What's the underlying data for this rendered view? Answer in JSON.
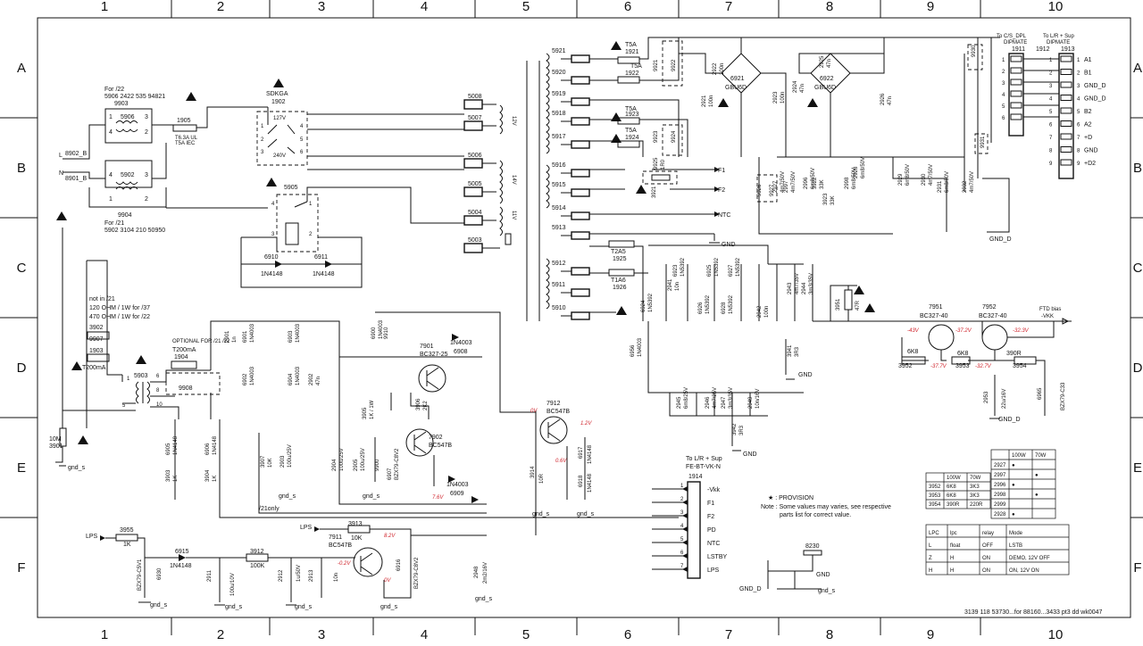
{
  "grid": {
    "cols": [
      "1",
      "2",
      "3",
      "4",
      "5",
      "6",
      "7",
      "8",
      "9",
      "10"
    ],
    "rows": [
      "A",
      "B",
      "C",
      "D",
      "E",
      "F"
    ]
  },
  "mains": {
    "l_in": "8902_B",
    "n_in": "8901_B",
    "l_mark": "L",
    "n_mark": "N",
    "for22": "For /22",
    "for22_part": "5906 2422 535 94821",
    "fuse_ref": "1905",
    "fuse_val1": "T6.3A UL",
    "fuse_val2": "T5A IEC",
    "filter_top_ref": "9903",
    "filter_top": "5906",
    "filter_bot": "5902",
    "filter_bot_ref": "9904",
    "for21": "For /21",
    "for21_part": "5902 3104 210 50950",
    "pins": [
      "1",
      "3",
      "4",
      "2",
      "4",
      "3",
      "1",
      "2"
    ]
  },
  "voltage_switch": {
    "name": "SDKGA",
    "ref": "1902",
    "v127": "127V",
    "v240": "240V",
    "pins": [
      "1",
      "2",
      "3",
      "4",
      "5",
      "6"
    ]
  },
  "relay": {
    "ref": "5905",
    "pins": [
      "4",
      "3",
      "1",
      "2"
    ]
  },
  "relay_diodes": {
    "d1_ref": "6910",
    "d1_val": "1N4148",
    "d2_ref": "6911",
    "d2_val": "1N4148"
  },
  "secondary_left": [
    {
      "ref": "5008"
    },
    {
      "ref": "5007"
    },
    {
      "ref": "5006"
    },
    {
      "ref": "5005"
    },
    {
      "ref": "5004"
    },
    {
      "ref": "5003"
    }
  ],
  "secondary_left_volts": [
    "12V",
    "14V",
    "11V"
  ],
  "standby_notes": {
    "not_in_21": "not in /21",
    "r120": "120 OHM / 1W for /37",
    "r470": "470 OHM / 1W for /22",
    "r3902": "3902",
    "r9907": "9907",
    "r1903": "1903",
    "fuse_t200": "T200mA",
    "optional": "OPTIONAL FOR /21 /22",
    "fuse_1904": "1904",
    "fuse_1904_val": "T200mA",
    "r3901": "3901",
    "r3901_val": "10M",
    "gnd": "gnd_s",
    "xf": "5903",
    "xf_pins": [
      "1",
      "5",
      "6",
      "8",
      "10"
    ],
    "r9908": "9908"
  },
  "standby_parts": [
    {
      "ref": "2901",
      "val": "1n"
    },
    {
      "ref": "6901",
      "val": "1N4003"
    },
    {
      "ref": "6902",
      "val": "1N4003"
    },
    {
      "ref": "6903",
      "val": "1N4003"
    },
    {
      "ref": "6904",
      "val": "1N4003"
    },
    {
      "ref": "2902",
      "val": "47n"
    },
    {
      "ref": "6900",
      "val": "1N4003"
    },
    {
      "ref": "9910",
      "val": ""
    },
    {
      "ref": "6908",
      "val": "1N4003"
    },
    {
      "ref": "3905",
      "val": "1K / 1W"
    },
    {
      "ref": "3906",
      "val": "2K2"
    },
    {
      "ref": "6905",
      "val": "1N4148"
    },
    {
      "ref": "6906",
      "val": "1N4148"
    },
    {
      "ref": "3903",
      "val": "1K"
    },
    {
      "ref": "3904",
      "val": "1K"
    },
    {
      "ref": "3907",
      "val": "10K"
    },
    {
      "ref": "2903",
      "val": "100u/25V"
    },
    {
      "ref": "2904",
      "val": "100u/25V"
    },
    {
      "ref": "2905",
      "val": "100u/25V"
    },
    {
      "ref": "9900",
      "val": ""
    },
    {
      "ref": "6907",
      "val": "BZX79-C8V2"
    },
    {
      "ref": "6909",
      "val": "1N4003"
    }
  ],
  "transistors_left": [
    {
      "ref": "7901",
      "type": "BC327-25"
    },
    {
      "ref": "7902",
      "type": "BC547B"
    },
    {
      "ref": "7912",
      "type": "BC547B"
    },
    {
      "ref": "7911",
      "type": "BC547B"
    }
  ],
  "only21": "/21only",
  "v_labels_left": [
    "0V",
    "1.2V",
    "0.6V",
    "7.6V",
    "0V",
    "8.2V",
    "-0.2V"
  ],
  "t7912_parts": [
    {
      "ref": "6917",
      "val": "1N4148"
    },
    {
      "ref": "6918",
      "val": "1N4148"
    },
    {
      "ref": "3914",
      "val": "10R"
    },
    {
      "ref": "2948",
      "val": "2m2/16V"
    }
  ],
  "lps_block": {
    "lps": "LPS",
    "r3955": "3955",
    "r3955_val": "1K",
    "d6915": "6915",
    "d6915_val": "1N4148",
    "z6930": "6930",
    "z6930_val": "BZX79-C5V1",
    "c2911": "2911",
    "c2911_val": "100u/10V",
    "r3912": "3912",
    "r3912_val": "100K",
    "c2912": "2912",
    "c2912_val": "1u/50V",
    "c2913": "2913",
    "c2913_val": "10n",
    "r3913": "3913",
    "r3913_val": "10K",
    "z6916": "6916",
    "z6916_val": "BZX79-C8V2"
  },
  "connector_1914": {
    "to": "To L/R + Sup",
    "name": "FE-BT-VK-N",
    "ref": "1914",
    "pins": [
      "1",
      "2",
      "3",
      "4",
      "5",
      "6",
      "7"
    ],
    "signals": [
      "-Vkk",
      "F1",
      "F2",
      "PD",
      "NTC",
      "LSTBY",
      "LPS"
    ]
  },
  "fuses_right": [
    {
      "ref": "1921",
      "val": "T5A"
    },
    {
      "ref": "1922",
      "val": "T5A"
    },
    {
      "ref": "1923",
      "val": "T5A"
    },
    {
      "ref": "1924",
      "val": "T5A"
    },
    {
      "ref": "1925",
      "val": "T2A5"
    },
    {
      "ref": "1926",
      "val": "T1A6"
    }
  ],
  "secondary_right": [
    "5921",
    "5920",
    "5919",
    "5918",
    "5917",
    "5916",
    "5915",
    "5914",
    "5913",
    "5912",
    "5911",
    "5910"
  ],
  "bridges": [
    {
      "ref": "6921",
      "type": "GBU6D"
    },
    {
      "ref": "6922",
      "type": "GBU6D"
    }
  ],
  "right_parts": [
    {
      "ref": "9921"
    },
    {
      "ref": "9922"
    },
    {
      "ref": "9923"
    },
    {
      "ref": "9924"
    },
    {
      "ref": "9925",
      "val": "1R0"
    },
    {
      "ref": "3921"
    },
    {
      "ref": "2921",
      "val": "100n"
    },
    {
      "ref": "2922",
      "val": "100n"
    },
    {
      "ref": "2923",
      "val": "100n"
    },
    {
      "ref": "2924",
      "val": "47n"
    },
    {
      "ref": "2925",
      "val": "47n"
    },
    {
      "ref": "2926",
      "val": "47n"
    },
    {
      "ref": "9930"
    },
    {
      "ref": "9931"
    },
    {
      "ref": "9926"
    },
    {
      "ref": "9927"
    },
    {
      "ref": "2927",
      "val": "4m7/50V"
    },
    {
      "ref": "2997",
      "val": "4m7/50V"
    },
    {
      "ref": "2996",
      "val": "6m8/50V"
    },
    {
      "ref": "3922",
      "val": "33K"
    },
    {
      "ref": "3923",
      "val": "33K"
    },
    {
      "ref": "2998",
      "val": "6m8/50V"
    },
    {
      "ref": "2928",
      "val": "6m8/50V"
    },
    {
      "ref": "2929",
      "val": "6m8/50V"
    },
    {
      "ref": "2930",
      "val": "4m7/50V"
    },
    {
      "ref": "2931",
      "val": "6m8/50V"
    },
    {
      "ref": "2932",
      "val": "4m7/50V"
    },
    {
      "ref": "6923",
      "val": "1N5392"
    },
    {
      "ref": "6924",
      "val": "1N5392"
    },
    {
      "ref": "6925",
      "val": "1N5392"
    },
    {
      "ref": "6926",
      "val": "1N5392"
    },
    {
      "ref": "6927",
      "val": "1N5392"
    },
    {
      "ref": "6928",
      "val": "1N5392"
    },
    {
      "ref": "2941",
      "val": "10n"
    },
    {
      "ref": "2942",
      "val": "100n"
    },
    {
      "ref": "2943",
      "val": "4m7/35V"
    },
    {
      "ref": "2944",
      "val": "3m3/35V"
    },
    {
      "ref": "3941",
      "val": "3R3"
    },
    {
      "ref": "6956",
      "val": "1N4003"
    },
    {
      "ref": "2945",
      "val": "6m8/25V"
    },
    {
      "ref": "2946",
      "val": "4m7/25V"
    },
    {
      "ref": "2947",
      "val": "3m3/35V"
    },
    {
      "ref": "2949",
      "val": "10n/16V"
    },
    {
      "ref": "3942",
      "val": "3R3"
    }
  ],
  "ftd": {
    "title": "FTD bias",
    "vkk": "-VKK",
    "r3951": "3951",
    "r3951_val": "47R",
    "t7951": "7951",
    "t7951_type": "BC327-40",
    "t7952": "7952",
    "t7952_type": "BC327-40",
    "r3952": "3952",
    "r3952_val": "6K8",
    "r3953": "3953",
    "r3953_val": "6K8",
    "r3954": "3954",
    "r3954_val": "390R",
    "c2953": "2953",
    "c2953_val": "22u/16V",
    "z6965": "6965",
    "z6965_val": "BZX79-C33",
    "volts": [
      "-43V",
      "-37.2V",
      "-32.3V",
      "-37.7V",
      "-32.7V"
    ]
  },
  "dipmate": {
    "to1": "To C/S_DPL",
    "name1": "DIPMATE",
    "ref1": "1911",
    "to2": "To L/R + Sup",
    "name2": "DIPMATE",
    "ref2a": "1912",
    "ref2b": "1913",
    "left_pins": [
      "1",
      "2",
      "3",
      "4",
      "5",
      "6"
    ],
    "right_pins": [
      "1",
      "2",
      "3",
      "4",
      "5",
      "6",
      "7",
      "8",
      "9"
    ],
    "signals": [
      "A1",
      "B1",
      "GND_D",
      "GND_D",
      "B2",
      "A2",
      "+D",
      "GND",
      "+D2"
    ]
  },
  "grounds": {
    "gnd": "GND",
    "gnd_d": "GND_D",
    "gnd_s": "gnd_s"
  },
  "notes": {
    "provision": "★ : PROVISION",
    "note1": "Note : Some values may varies, see respective",
    "note2": "parts list for correct value."
  },
  "ref_8230": "8230",
  "table_watt": {
    "headers": [
      "",
      "100W",
      "70W"
    ],
    "rows": [
      [
        "3952",
        "6K8",
        "3K3"
      ],
      [
        "3953",
        "6K8",
        "3K3"
      ],
      [
        "3954",
        "390R",
        "220R"
      ]
    ]
  },
  "table_caps": {
    "headers": [
      "",
      "100W",
      "70W"
    ],
    "rows": [
      [
        "2927",
        "●",
        ""
      ],
      [
        "2997",
        "",
        "●"
      ],
      [
        "2996",
        "●",
        ""
      ],
      [
        "2998",
        "",
        "●"
      ],
      [
        "2999",
        "",
        ""
      ],
      [
        "2928",
        "●",
        ""
      ]
    ]
  },
  "table_mode": {
    "headers": [
      "LPC",
      "lpc",
      "relay",
      "Mode"
    ],
    "rows": [
      [
        "L",
        "float",
        "OFF",
        "LSTB"
      ],
      [
        "Z",
        "H",
        "ON",
        "DEMO, 12V OFF"
      ],
      [
        "H",
        "H",
        "ON",
        "ON, 12V ON"
      ]
    ]
  },
  "footer": "3139 118 53730...for 88160...3433 pt3  dd wk0047"
}
